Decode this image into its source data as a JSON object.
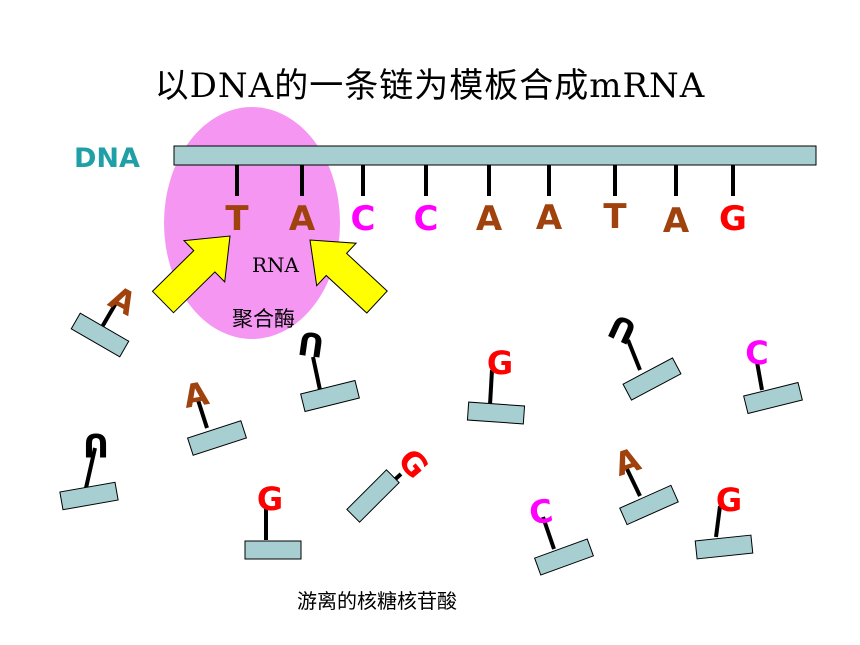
{
  "title": "以DNA的一条链为模板合成mRNA",
  "dna_label": "DNA",
  "enzyme": {
    "line1": "RNA",
    "line2": "聚合酶"
  },
  "footer_label": "游离的核糖核苷酸",
  "template_bases": [
    "T",
    "A",
    "C",
    "C",
    "A",
    "A",
    "T",
    "A",
    "G"
  ],
  "free_nucleotides": [
    "A",
    "U",
    "G",
    "U",
    "C",
    "A",
    "U",
    "G",
    "G",
    "C",
    "A",
    "G"
  ],
  "colors": {
    "strand_fill": "#a7cfd2",
    "enzyme_fill": "#f496f2",
    "arrow_fill": "#ffff00",
    "A": "#a0420d",
    "T": "#a0420d",
    "C": "#ff00ff",
    "G": "#ff0000",
    "U": "#000000",
    "dna_label": "#1f9fa6"
  }
}
